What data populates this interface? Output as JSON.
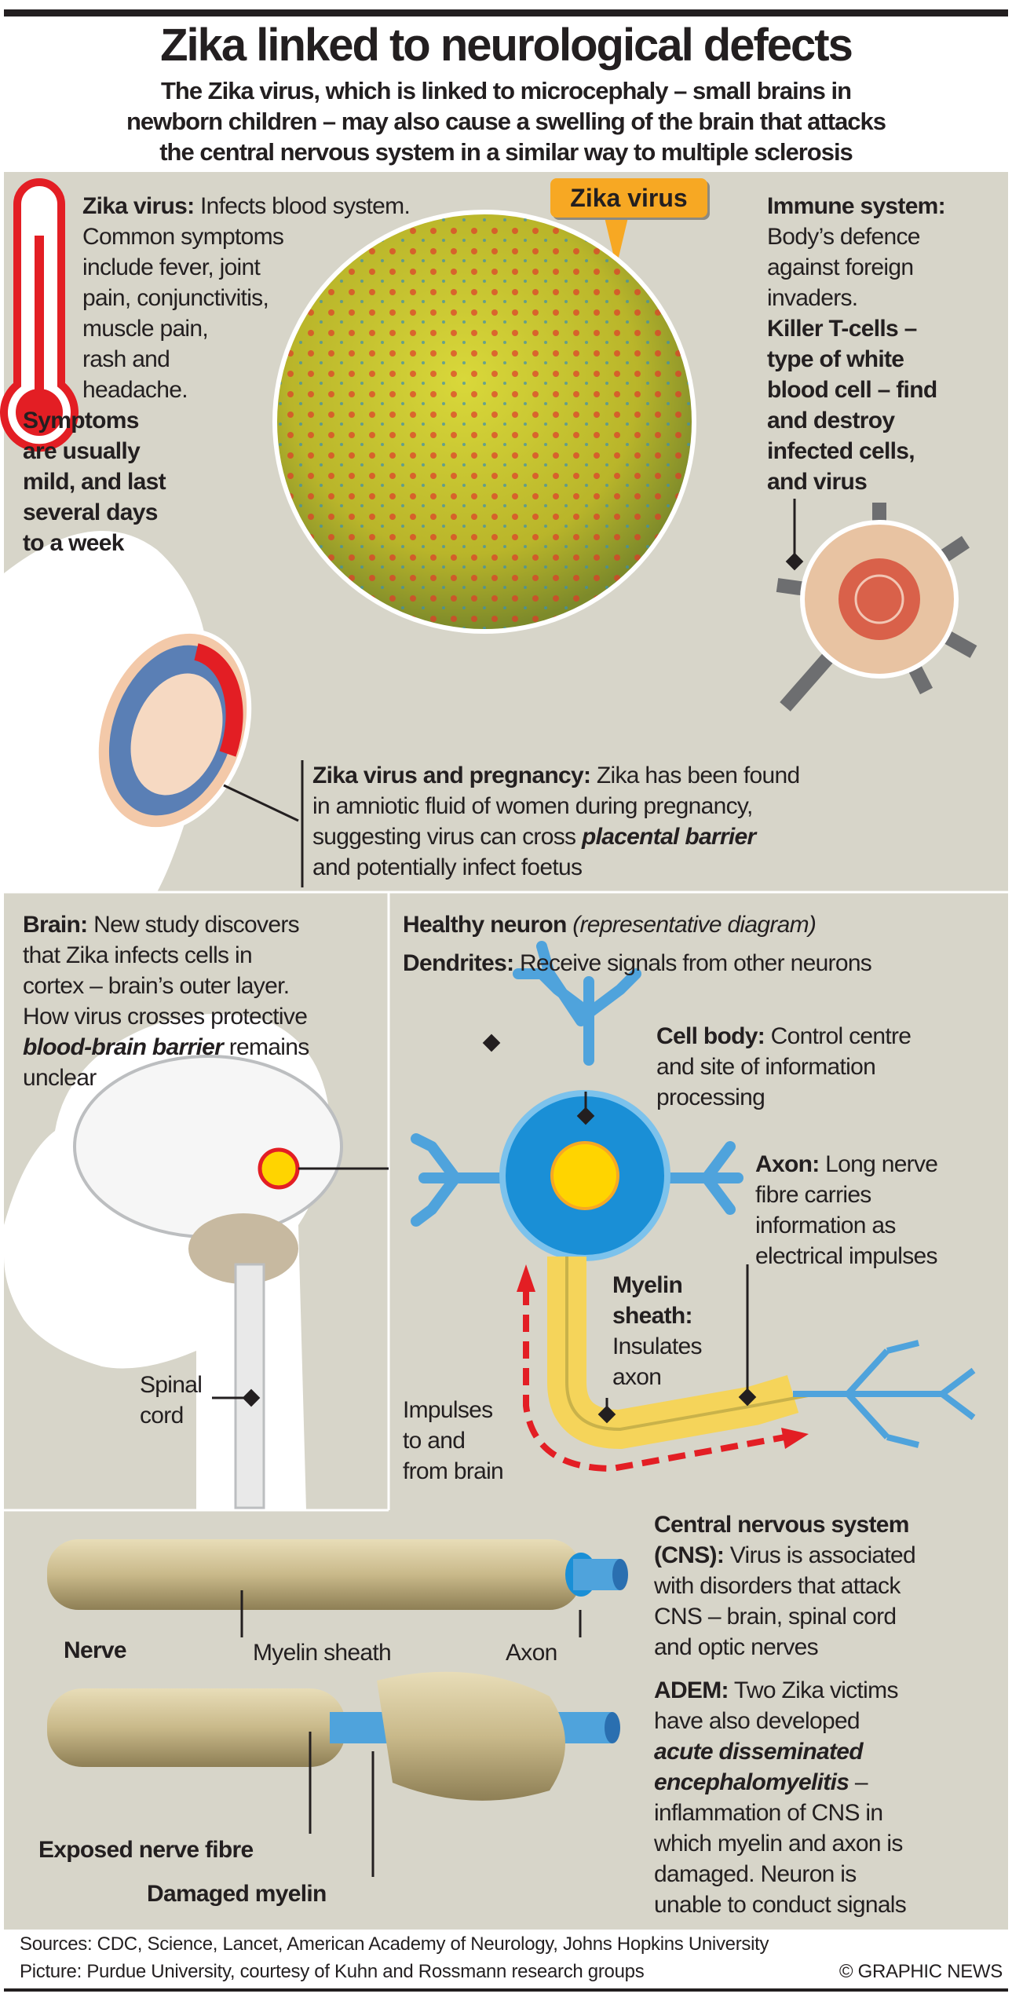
{
  "title": "Zika linked to neurological defects",
  "subtitle": [
    "The Zika virus, which is linked to microcephaly – small brains in",
    "newborn children – may also cause a swelling of the brain that attacks",
    "the central nervous system in a similar way to multiple sclerosis"
  ],
  "zika": {
    "head": "Zika virus:",
    "lines": [
      " Infects blood system.",
      "Common symptoms",
      "include fever, joint",
      "pain, conjunctivitis,",
      "muscle pain,",
      "rash and",
      "headache."
    ],
    "symptoms": [
      "Symptoms",
      "are usually",
      "mild, and last",
      "several days",
      "to a week"
    ]
  },
  "callout": "Zika virus",
  "immune": {
    "head": "Immune system:",
    "lines": [
      "Body’s defence",
      "against foreign",
      "invaders."
    ],
    "bold": [
      "Killer T-cells –",
      "type of white",
      "blood cell – find",
      "and destroy",
      "infected cells,",
      "and virus"
    ]
  },
  "pregnancy": {
    "head": "Zika virus and pregnancy:",
    "l1": " Zika has been found",
    "l2": "in amniotic fluid of women during pregnancy,",
    "l3a": "suggesting virus can cross ",
    "l3b": "placental barrier",
    "l4": "and potentially infect foetus"
  },
  "brain": {
    "head": "Brain:",
    "l1": " New study discovers",
    "l2": "that Zika infects cells in",
    "l3": "cortex – brain’s outer layer.",
    "l4": "How virus crosses protective",
    "l5a": "blood-brain barrier",
    "l5b": " remains",
    "l6": "unclear"
  },
  "neuron": {
    "head": "Healthy neuron",
    "note": " (representative diagram)"
  },
  "dendrites": {
    "head": "Dendrites:",
    "text": " Receive signals from other neurons"
  },
  "cellbody": {
    "head": "Cell body:",
    "l1": " Control centre",
    "l2": "and site of information",
    "l3": "processing"
  },
  "axon": {
    "head": "Axon:",
    "l1": " Long nerve",
    "l2": "fibre carries",
    "l3": "information as",
    "l4": "electrical impulses"
  },
  "myelin": {
    "head1": "Myelin",
    "head2": "sheath:",
    "l1": "Insulates",
    "l2": "axon"
  },
  "impulses": [
    "Impulses",
    "to and",
    "from brain"
  ],
  "spinal": [
    "Spinal",
    "cord"
  ],
  "cns": {
    "head": "Central nervous system",
    "head2": "(CNS):",
    "l1": " Virus is associated",
    "l2": "with disorders that attack",
    "l3": "CNS – brain, spinal cord",
    "l4": "and optic nerves"
  },
  "adem": {
    "head": "ADEM:",
    "l1": " Two Zika victims",
    "l2": "have also developed",
    "l3": "acute disseminated",
    "l4": "encephalomyelitis",
    "l4b": " –",
    "l5": "inflammation of CNS in",
    "l6": "which myelin and axon is",
    "l7": "damaged. Neuron is",
    "l8": "unable to conduct signals"
  },
  "nerve_labels": {
    "nerve": "Nerve",
    "myelin": "Myelin sheath",
    "axon": "Axon",
    "exposed": "Exposed nerve fibre",
    "damaged": "Damaged myelin"
  },
  "footer": {
    "sources": "Sources: CDC, Science, Lancet, American Academy of Neurology, Johns Hopkins University",
    "picture": "Picture: Purdue University, courtesy of Kuhn and Rossmann research groups",
    "credit": "© GRAPHIC NEWS"
  },
  "colors": {
    "panel": "#d7d5c9",
    "accent": "#f7a823",
    "red": "#e31e24",
    "blue": "#1a8fd6"
  }
}
